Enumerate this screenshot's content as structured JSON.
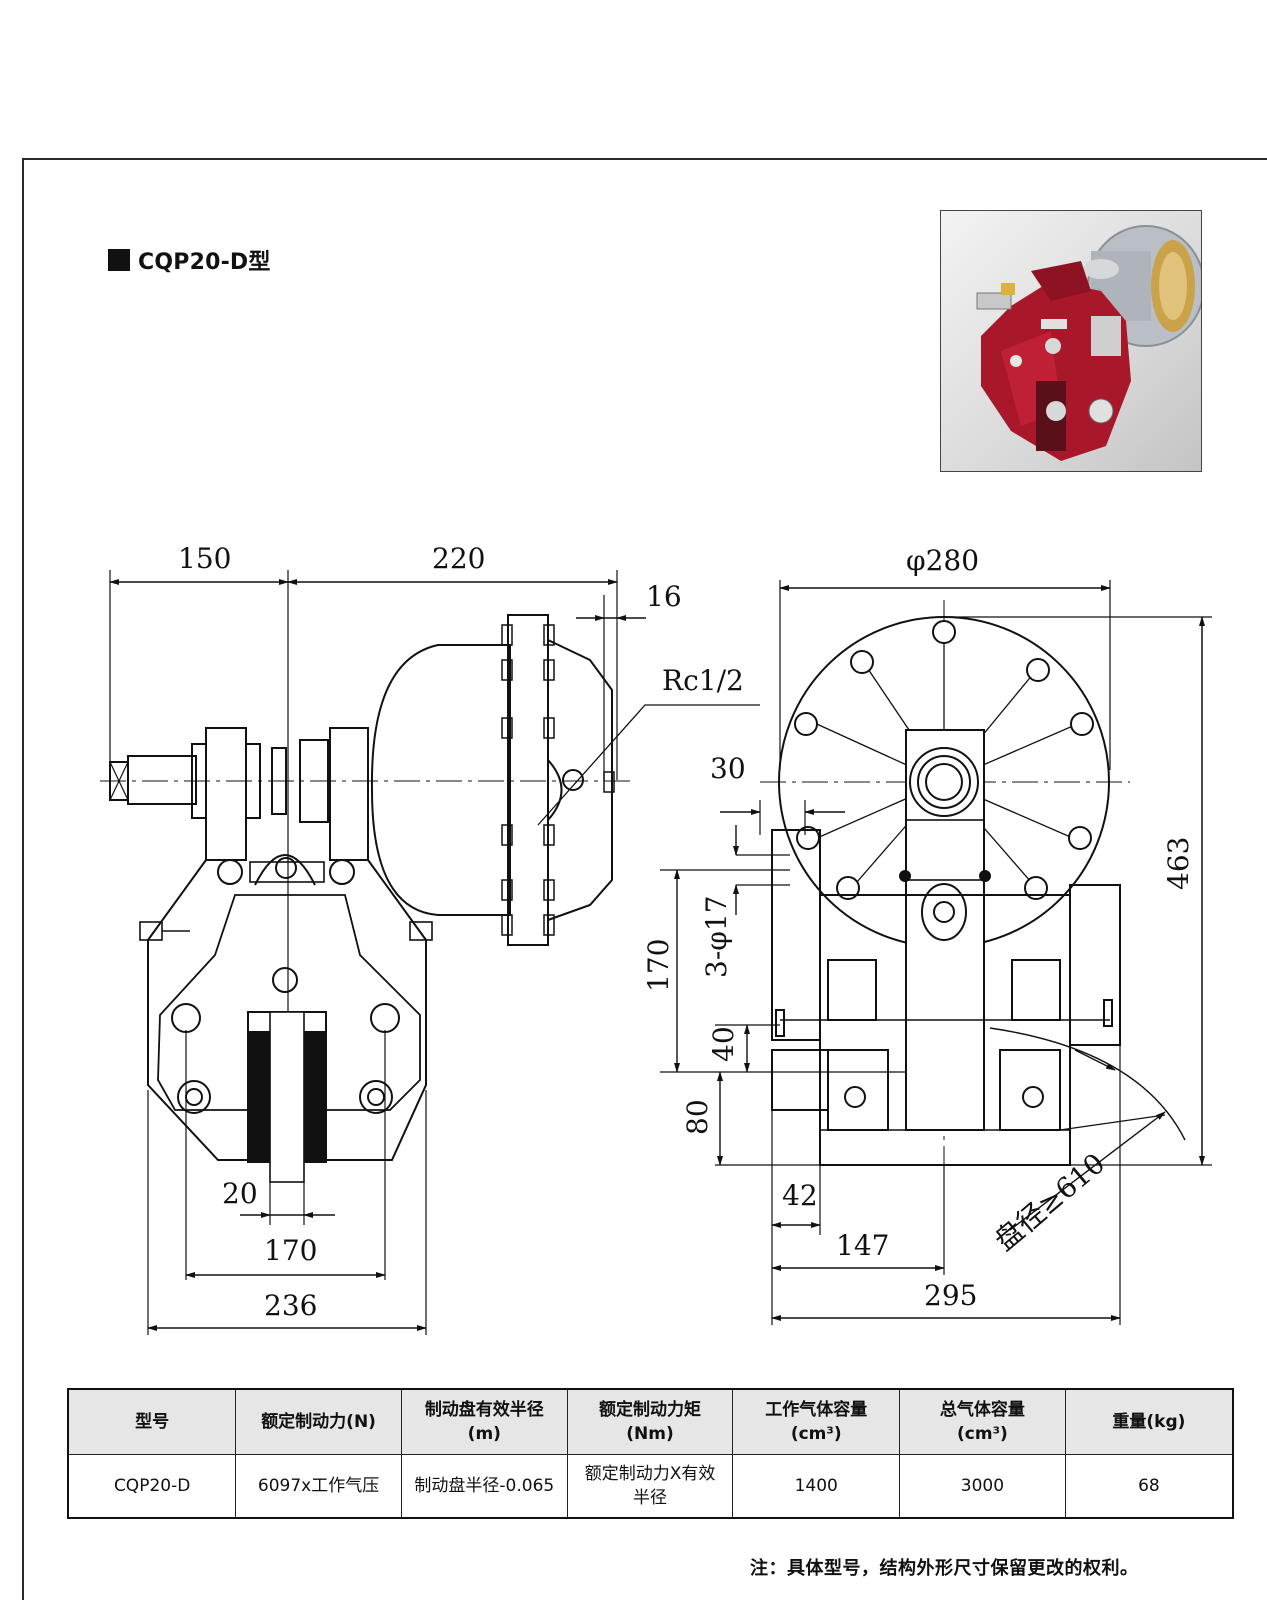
{
  "title": "CQP20-D型",
  "drawing_labels": {
    "d150": "150",
    "d220": "220",
    "d16": "16",
    "rc": "Rc1/2",
    "d20": "20",
    "d170w": "170",
    "d236": "236",
    "phi280": "φ280",
    "d30": "30",
    "d463": "463",
    "holes": "3-φ17",
    "d170h": "170",
    "d40": "40",
    "d80": "80",
    "d42": "42",
    "d147": "147",
    "d295": "295",
    "disc": "盘径≥610"
  },
  "table": {
    "headers": [
      {
        "line1": "型号",
        "line2": ""
      },
      {
        "line1": "额定制动力(N)",
        "line2": ""
      },
      {
        "line1": "制动盘有效半径",
        "line2": "(m)"
      },
      {
        "line1": "额定制动力矩",
        "line2": "(Nm)"
      },
      {
        "line1": "工作气体容量",
        "line2": "(cm³)"
      },
      {
        "line1": "总气体容量",
        "line2": "(cm³)"
      },
      {
        "line1": "重量(kg)",
        "line2": ""
      }
    ],
    "row": {
      "model": "CQP20-D",
      "force": "6097x工作气压",
      "radius": "制动盘半径-0.065",
      "torque_l1": "额定制动力X有效",
      "torque_l2": "半径",
      "work_volume": "1400",
      "total_volume": "3000",
      "weight": "68"
    }
  },
  "note": "注：具体型号，结构外形尺寸保留更改的权利。",
  "colors": {
    "caliper_red": "#a8182a",
    "chamber_gray": "#b9bfc4"
  }
}
